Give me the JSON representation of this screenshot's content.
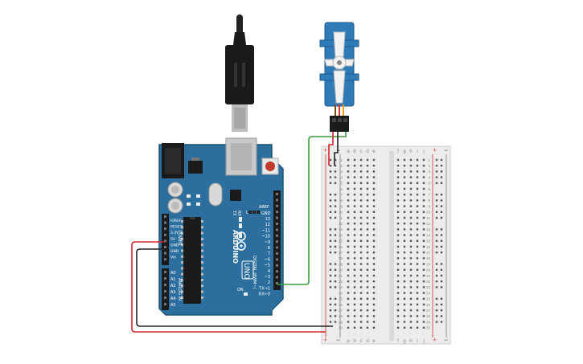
{
  "arduino": {
    "aref_gnd": [
      "AREF",
      "GND"
    ],
    "digital_pins": [
      "13",
      "12",
      "~11",
      "~10",
      "~9",
      "8",
      "7",
      "~6",
      "~5",
      "4",
      "~3",
      "2",
      "TX→1",
      "RX←0"
    ],
    "digital_caption": "DIGITAL (PWM~)",
    "tx_label": "TX",
    "rx_label": "RX",
    "l_label": "L",
    "power_pins": [
      "IOREF",
      "RESET",
      "3.3V",
      "5V",
      "GND",
      "GND",
      "Vin"
    ],
    "power_caption": "POWER",
    "analog_pins": [
      "A0",
      "A1",
      "A2",
      "A3",
      "A4",
      "A5"
    ],
    "analog_caption": "ANALOG IN",
    "brand": "ARDUINO",
    "model": "UNO",
    "on_label": "ON"
  },
  "breadboard": {
    "col_letters_left": [
      "a",
      "b",
      "c",
      "d",
      "e"
    ],
    "col_letters_right": [
      "f",
      "g",
      "h",
      "i",
      "j"
    ],
    "plus": "+",
    "minus": "−",
    "row_count": 30
  },
  "colors": {
    "board": "#2c6f9e",
    "board_dark": "#1f5578",
    "servo": "#2e7bb8",
    "wire_red": "#d0262a",
    "wire_black": "#222222",
    "wire_green": "#3a9e3a",
    "breadboard": "#ececec",
    "rail_red": "#e05050"
  }
}
